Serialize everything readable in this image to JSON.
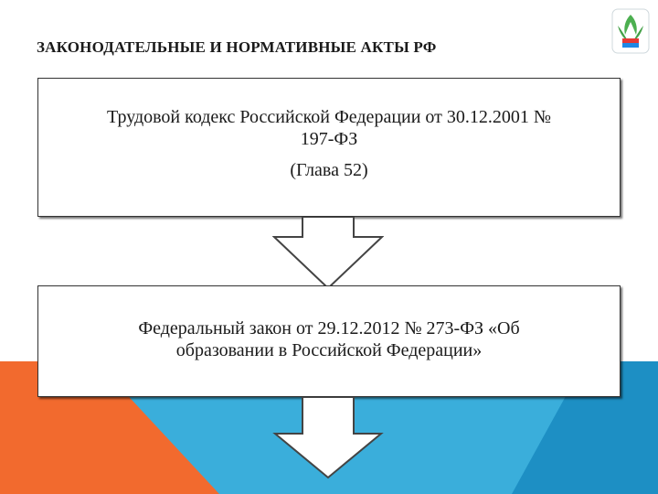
{
  "slide": {
    "title": "ЗАКОНОДАТЕЛЬНЫЕ И НОРМАТИВНЫЕ АКТЫ   РФ"
  },
  "box_top": {
    "line1": "Трудовой кодекс Российской Федерации от 30.12.2001 №",
    "line2": "197-ФЗ",
    "line3": "(Глава 52)"
  },
  "box_bottom": {
    "line1": "Федеральный закон от 29.12.2012 № 273-ФЗ «Об",
    "line2": "образовании в Российской Федерации»"
  },
  "colors": {
    "orange": "#f26a2e",
    "blue": "#3aaedb",
    "dark_blue": "#1d8fc4",
    "logo_green": "#4caf50",
    "logo_red": "#e53935",
    "logo_blue": "#1e88e5"
  },
  "icons": {
    "logo": "union-emblem-icon",
    "arrow": "down-arrow-icon"
  }
}
